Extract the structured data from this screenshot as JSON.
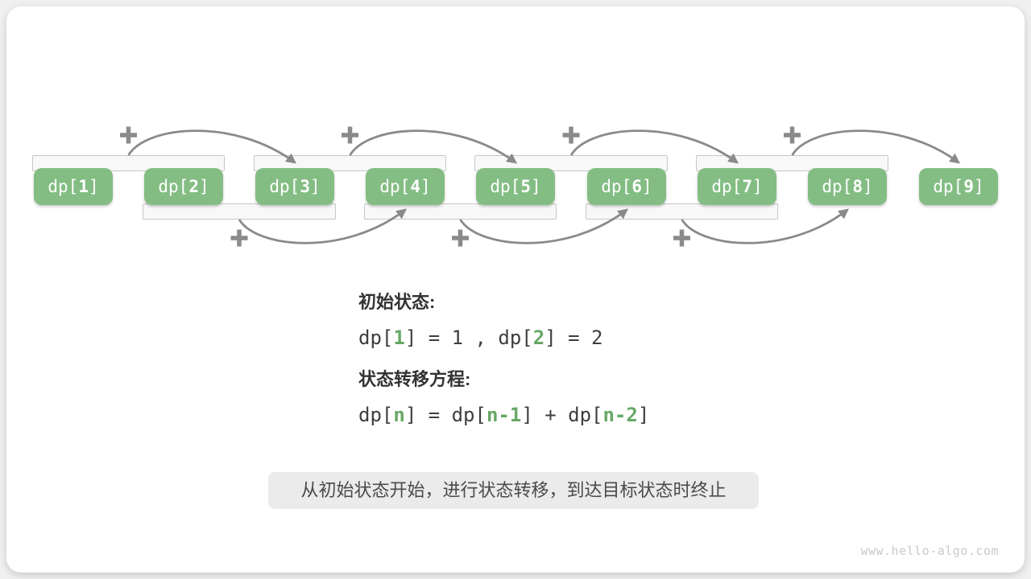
{
  "colors": {
    "box_green": "#84BD84",
    "code_green": "#67A867",
    "arrow_gray": "#8A8A8A",
    "bracket_fill": "#F8F8F8",
    "bracket_border": "#C6C6C6"
  },
  "boxes": [
    {
      "pre": "dp[",
      "num": "1",
      "post": "]"
    },
    {
      "pre": "dp[",
      "num": "2",
      "post": "]"
    },
    {
      "pre": "dp[",
      "num": "3",
      "post": "]"
    },
    {
      "pre": "dp[",
      "num": "4",
      "post": "]"
    },
    {
      "pre": "dp[",
      "num": "5",
      "post": "]"
    },
    {
      "pre": "dp[",
      "num": "6",
      "post": "]"
    },
    {
      "pre": "dp[",
      "num": "7",
      "post": "]"
    },
    {
      "pre": "dp[",
      "num": "8",
      "post": "]"
    },
    {
      "pre": "dp[",
      "num": "9",
      "post": "]"
    }
  ],
  "operator": "+",
  "sections": {
    "initial": {
      "heading": "初始状态:",
      "code": [
        {
          "t": "dp[",
          "g": 0
        },
        {
          "t": "1",
          "g": 1
        },
        {
          "t": "] = 1 , dp[",
          "g": 0
        },
        {
          "t": "2",
          "g": 1
        },
        {
          "t": "] = 2",
          "g": 0
        }
      ]
    },
    "transition": {
      "heading": "状态转移方程:",
      "code": [
        {
          "t": "dp[",
          "g": 0
        },
        {
          "t": "n",
          "g": 1
        },
        {
          "t": "] = dp[",
          "g": 0
        },
        {
          "t": "n-1",
          "g": 1
        },
        {
          "t": "] + dp[",
          "g": 0
        },
        {
          "t": "n-2",
          "g": 1
        },
        {
          "t": "]",
          "g": 0
        }
      ]
    }
  },
  "callout": "从初始状态开始，进行状态转移，到达目标状态时终止",
  "watermark": "www.hello-algo.com"
}
